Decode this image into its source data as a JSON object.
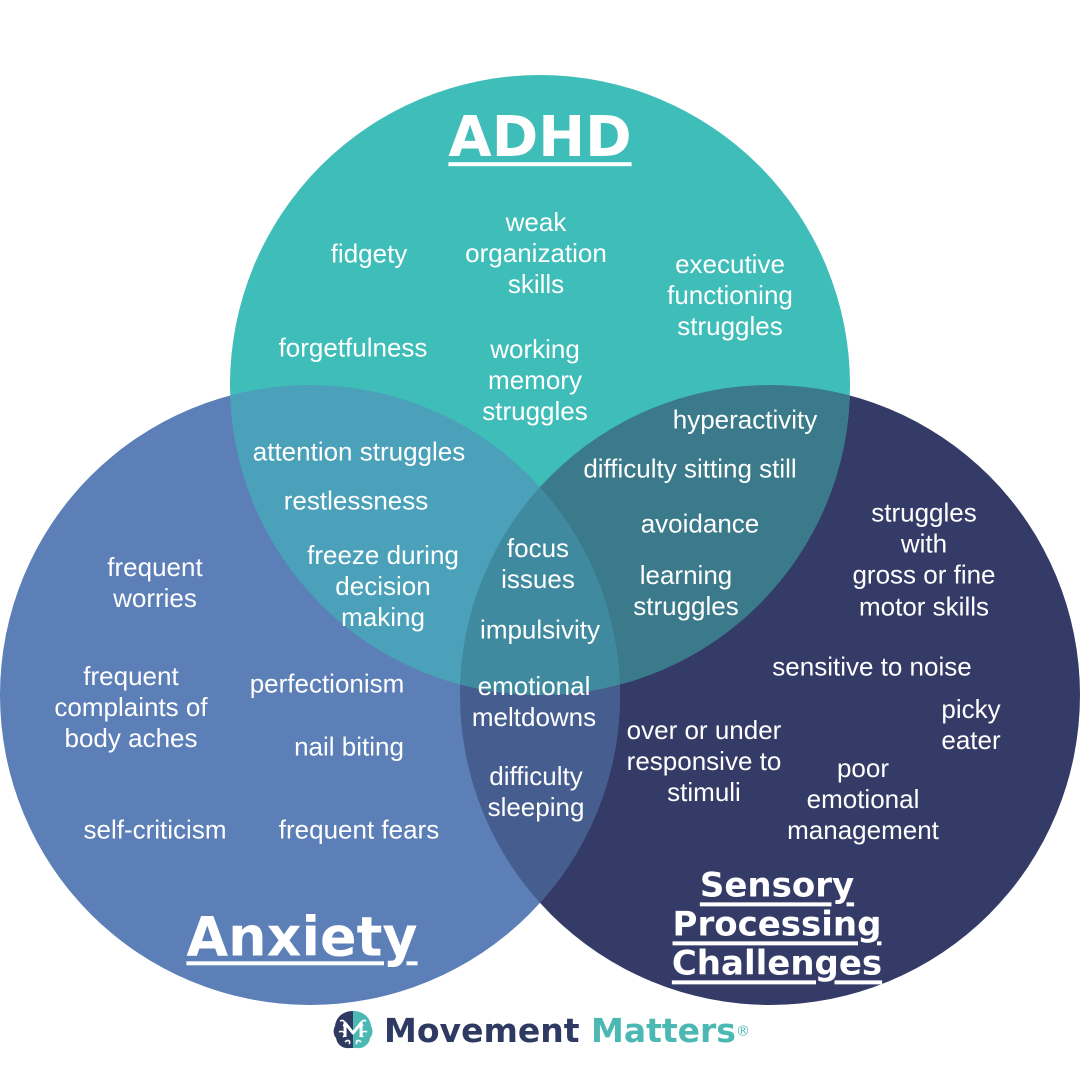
{
  "titles": {
    "adhd": "ADHD",
    "anxiety": "Anxiety",
    "sensory": "Sensory\nProcessing\nChallenges"
  },
  "colors": {
    "adhd": "#3fbdb8",
    "anxiety": "#5b7fb6",
    "sensory": "#343b66",
    "text": "#ffffff",
    "brand_dark": "#2f3a63",
    "brand_teal": "#4cb8b4"
  },
  "adhd_only": {
    "fidgety": "fidgety",
    "weak_organization": "weak\norganization\nskills",
    "executive_functioning": "executive\nfunctioning\nstruggles",
    "forgetfulness": "forgetfulness",
    "working_memory": "working\nmemory\nstruggles"
  },
  "adhd_anxiety": {
    "attention": "attention struggles",
    "restlessness": "restlessness",
    "freeze": "freeze during\ndecision\nmaking"
  },
  "adhd_sensory": {
    "hyperactivity": "hyperactivity",
    "sitting_still": "difficulty sitting still",
    "avoidance": "avoidance",
    "learning": "learning\nstruggles"
  },
  "all_three": {
    "focus": "focus\nissues",
    "impulsivity": "impulsivity"
  },
  "anxiety_sensory": {
    "meltdowns": "emotional\nmeltdowns",
    "sleeping": "difficulty\nsleeping"
  },
  "anxiety_only": {
    "worries": "frequent\nworries",
    "body_aches": "frequent\ncomplaints of\nbody aches",
    "perfectionism": "perfectionism",
    "nail_biting": "nail biting",
    "self_criticism": "self-criticism",
    "fears": "frequent fears"
  },
  "sensory_only": {
    "motor_skills": "struggles with\ngross or fine\nmotor skills",
    "noise": "sensitive to noise",
    "picky_eater": "picky eater",
    "stimuli": "over or under\nresponsive to\nstimuli",
    "emotional_management": "poor\nemotional\nmanagement"
  },
  "brand": {
    "part1": "Movement ",
    "part2": "Matters",
    "reg": "®",
    "icon": "brain-icon"
  }
}
